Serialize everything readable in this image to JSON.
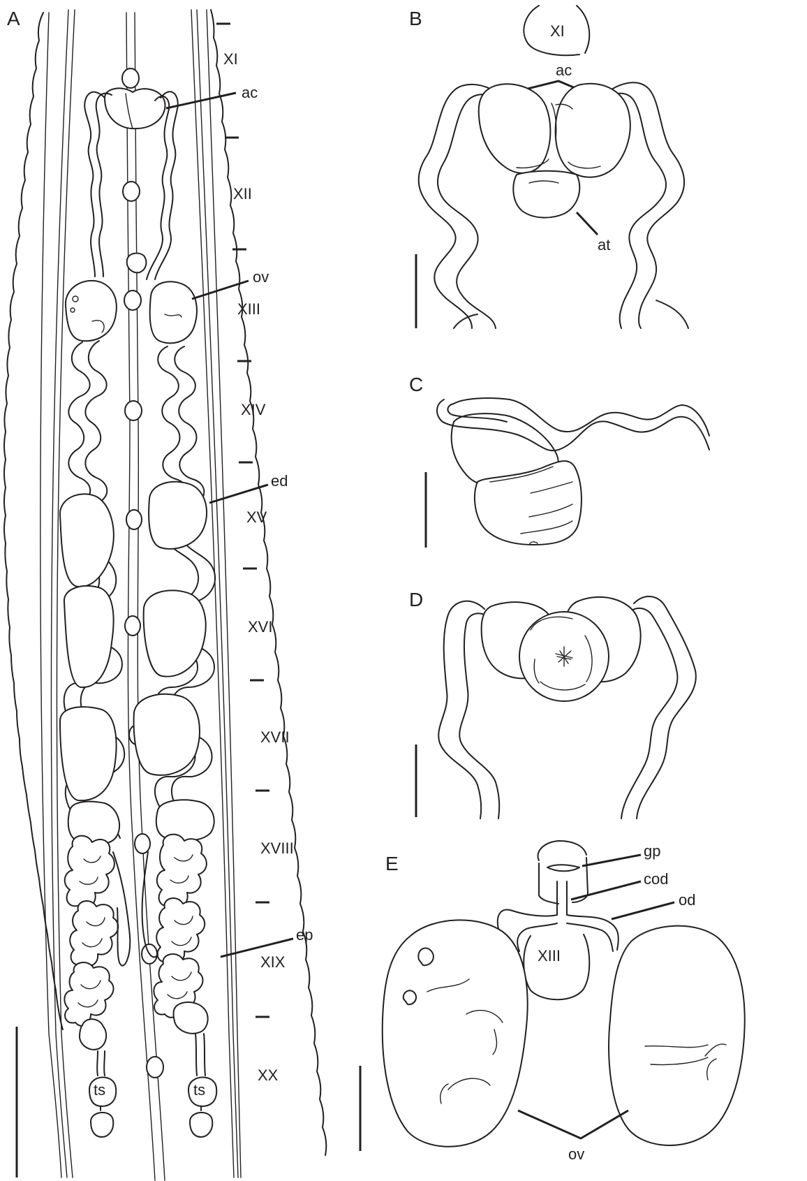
{
  "panels": [
    {
      "letter": "A"
    },
    {
      "letter": "B"
    },
    {
      "letter": "C"
    },
    {
      "letter": "D"
    },
    {
      "letter": "E"
    }
  ],
  "panel_a": {
    "segments": [
      "XI",
      "XII",
      "XIII",
      "XIV",
      "XV",
      "XVI",
      "XVII",
      "XVIII",
      "XIX",
      "XX"
    ],
    "labels": {
      "ac": "ac",
      "ov": "ov",
      "ed": "ed",
      "ep": "ep",
      "ts_left": "ts",
      "ts_right": "ts"
    }
  },
  "panel_b": {
    "segment": "XI",
    "labels": {
      "ac": "ac",
      "at": "at"
    }
  },
  "panel_e": {
    "segment": "XIII",
    "labels": {
      "gp": "gp",
      "cod": "cod",
      "od": "od",
      "ov": "ov"
    }
  }
}
